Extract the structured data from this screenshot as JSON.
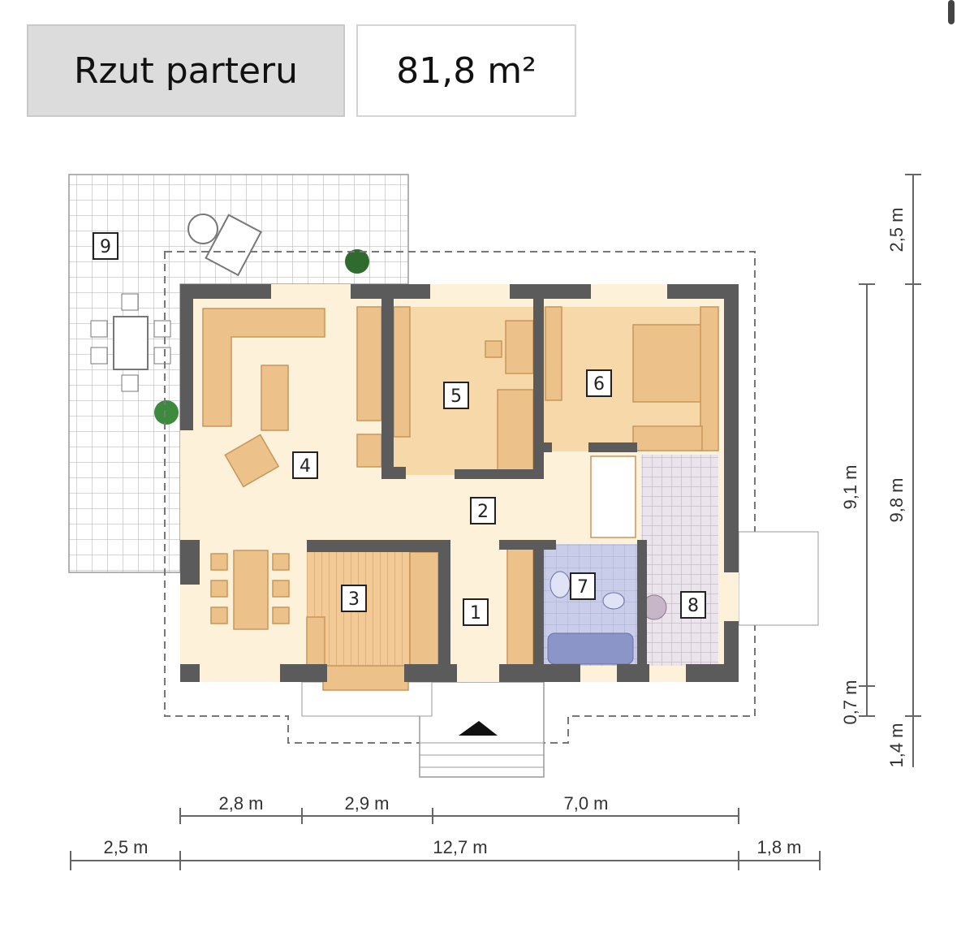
{
  "header": {
    "title": "Rzut parteru",
    "area": "81,8 m²"
  },
  "rooms": [
    "1",
    "2",
    "3",
    "4",
    "5",
    "6",
    "7",
    "8",
    "9"
  ],
  "dimensions": {
    "bottom_top": [
      "2,8 m",
      "2,9 m",
      "7,0 m"
    ],
    "bottom_main": [
      "2,5 m",
      "12,7 m",
      "1,8 m"
    ],
    "right_inner": [
      "9,1 m",
      "0,7 m"
    ],
    "right_outer": [
      "2,5 m",
      "9,8 m",
      "1,4 m"
    ]
  },
  "colors": {
    "wall": "#5b5b5b",
    "living": "#fdf1da",
    "bedroom": "#f7d9a9",
    "furniture": "#ecc28a",
    "bath": "#c9cde9",
    "utility": "#ece4ec",
    "tile": "#bdbdbd"
  }
}
